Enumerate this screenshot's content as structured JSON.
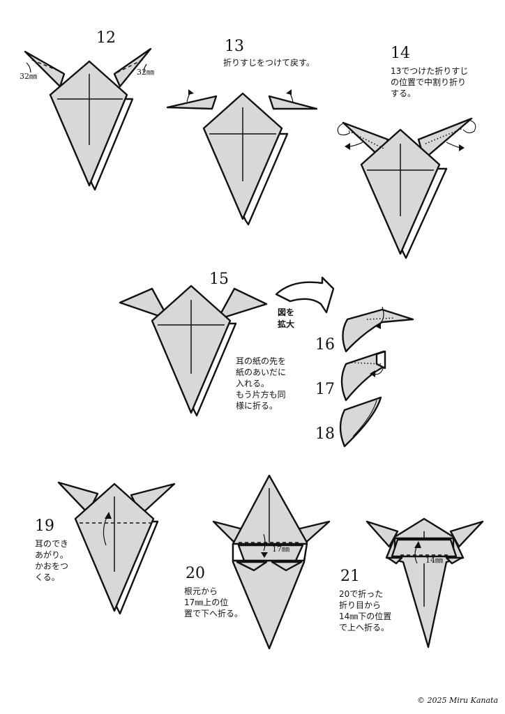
{
  "steps": [
    {
      "num": "12",
      "text": ""
    },
    {
      "num": "13",
      "text": "折りすじをつけて戻す。"
    },
    {
      "num": "14",
      "text": "13でつけた折りすじ\nの位置で中割り折り\nする。"
    },
    {
      "num": "15",
      "text": "耳の紙の先を\n紙のあいだに\n入れる。\nもう片方も同\n様に折る。"
    },
    {
      "num": "16",
      "text": ""
    },
    {
      "num": "17",
      "text": ""
    },
    {
      "num": "18",
      "text": ""
    },
    {
      "num": "19",
      "text": "耳のでき\nあがり。\nかおをつ\nくる。"
    },
    {
      "num": "20",
      "text": "根元から\n17㎜上の位\n置で下へ折る。"
    },
    {
      "num": "21",
      "text": "20で折った\n折り目から\n14㎜下の位置\nで上へ折る。"
    }
  ],
  "measurements": {
    "m32_left": "32㎜",
    "m32_right": "32㎜",
    "m17": "17㎜",
    "m14": "14㎜"
  },
  "zoom_label": "図を\n拡大",
  "copyright": "© 2025 Miru Kanata",
  "colors": {
    "paper": "#d8d8d8",
    "line": "#111111",
    "background": "#ffffff"
  }
}
